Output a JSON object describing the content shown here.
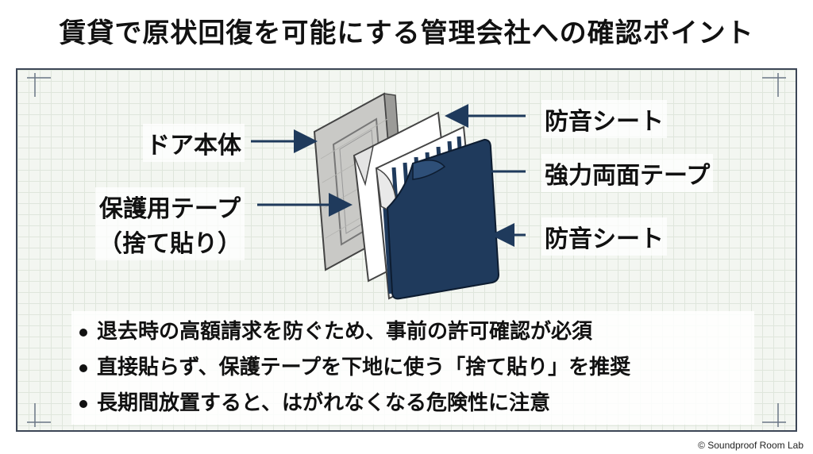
{
  "title": "賃貸で原状回復を可能にする管理会社への確認ポイント",
  "labels": {
    "door": "ドア本体",
    "protect_tape_line1": "保護用テープ",
    "protect_tape_line2": "（捨て貼り）",
    "sound_sheet_top": "防音シート",
    "double_tape": "強力両面テープ",
    "sound_sheet_bottom": "防音シート"
  },
  "bullets": [
    "退去時の高額請求を防ぐため、事前の許可確認が必須",
    "直接貼らず、保護テープを下地に使う「捨て貼り」を推奨",
    "長期間放置すると、はがれなくなる危険性に注意"
  ],
  "copyright": "© Soundproof Room Lab",
  "colors": {
    "navy": "#1f3a5c",
    "arrow": "#1f3a5c",
    "grid": "#dfe6dc"
  }
}
